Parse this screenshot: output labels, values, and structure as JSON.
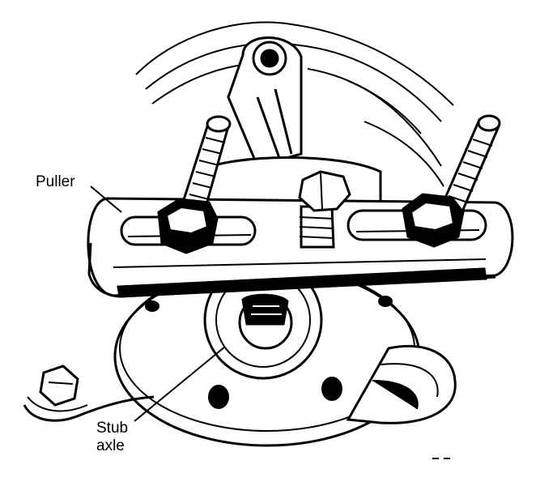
{
  "labels": {
    "puller": "Puller",
    "stub_axle_line1": "Stub",
    "stub_axle_line2": "axle"
  },
  "colors": {
    "ink": "#000000",
    "paper": "#ffffff"
  }
}
